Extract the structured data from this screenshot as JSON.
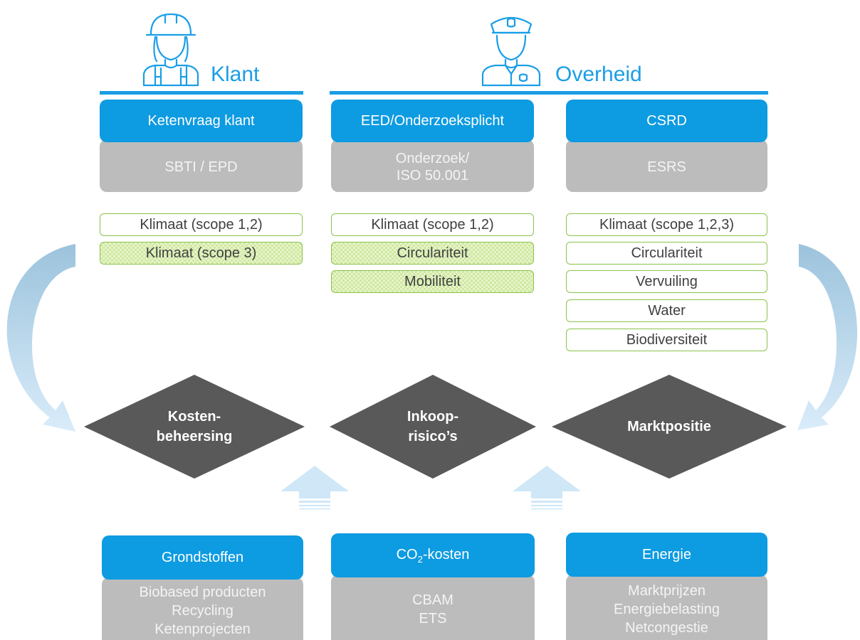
{
  "headers": [
    {
      "label": "Klant",
      "icon": "worker-helmet-icon"
    },
    {
      "label": "Overheid",
      "icon": "police-officer-icon"
    }
  ],
  "columns": [
    {
      "title": "Ketenvraag klant",
      "subtitle": "SBTI / EPD",
      "tags": [
        {
          "label": "Klimaat (scope 1,2)",
          "style": "solid"
        },
        {
          "label": "Klimaat (scope 3)",
          "style": "hatched"
        }
      ]
    },
    {
      "title": "EED/Onderzoeksplicht",
      "subtitle": "Onderzoek/\nISO 50.001",
      "tags": [
        {
          "label": "Klimaat (scope 1,2)",
          "style": "solid"
        },
        {
          "label": "Circulariteit",
          "style": "hatched"
        },
        {
          "label": "Mobiliteit",
          "style": "hatched"
        }
      ]
    },
    {
      "title": "CSRD",
      "subtitle": "ESRS",
      "tags": [
        {
          "label": "Klimaat (scope 1,2,3)",
          "style": "solid"
        },
        {
          "label": "Circulariteit",
          "style": "solid"
        },
        {
          "label": "Vervuiling",
          "style": "solid"
        },
        {
          "label": "Water",
          "style": "solid"
        },
        {
          "label": "Biodiversiteit",
          "style": "solid"
        }
      ]
    }
  ],
  "diamonds": [
    {
      "label": "Kosten-\nbeheersing"
    },
    {
      "label": "Inkoop-\nrisico’s"
    },
    {
      "label": "Marktpositie"
    }
  ],
  "bottom": [
    {
      "title": "Grondstoffen",
      "items": "Biobased producten\nRecycling\nKetenprojecten"
    },
    {
      "title_pre": "CO",
      "title_sub": "2",
      "title_post": "-kosten",
      "items": "CBAM\nETS"
    },
    {
      "title": "Energie",
      "items": "Marktprijzen\nEnergiebelasting\nNetcongestie"
    }
  ],
  "colors": {
    "blue": "#0d9be1",
    "header_blue": "#1a9ee6",
    "grey": "#bcbcbc",
    "diamond": "#595959",
    "tag_border": "#8bc34a",
    "arrow_light": "#cfe7f7"
  }
}
